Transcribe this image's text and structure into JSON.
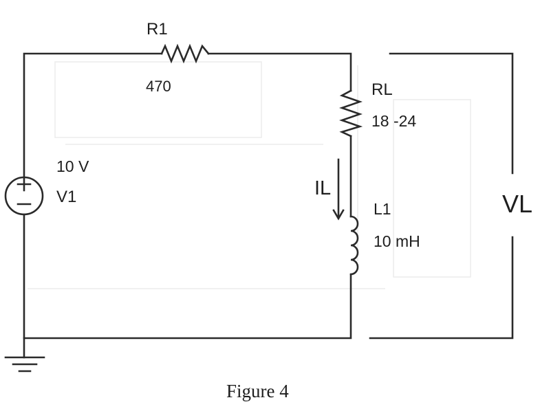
{
  "components": {
    "r1": {
      "name": "R1",
      "value": "470"
    },
    "rl": {
      "name": "RL",
      "value": "18 -24"
    },
    "l1": {
      "name": "L1",
      "value": "10 mH"
    },
    "v1": {
      "name": "V1",
      "value": "10 V"
    }
  },
  "current_label": "IL",
  "voltage_label": "VL",
  "caption": "Figure 4",
  "colors": {
    "ink": "#2a2a2a",
    "background": "#ffffff",
    "bleed_through": "#e6e6e6"
  }
}
